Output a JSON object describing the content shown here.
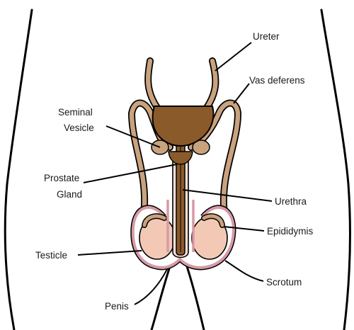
{
  "labels": {
    "ureter": "Ureter",
    "vas_deferens": "Vas deferens",
    "seminal_vesicle_1": "Seminal",
    "seminal_vesicle_2": "Vesicle",
    "prostate_1": "Prostate",
    "prostate_2": "Gland",
    "urethra": "Urethra",
    "epididymis": "Epididymis",
    "testicle": "Testicle",
    "scrotum": "Scrotum",
    "penis": "Penis"
  },
  "colors": {
    "organ_fill": "#8b5a2b",
    "duct_fill": "#c9a27e",
    "testis_fill": "#f3c9b6",
    "scrotum_stroke": "#d79aa5",
    "outline": "#000000"
  }
}
